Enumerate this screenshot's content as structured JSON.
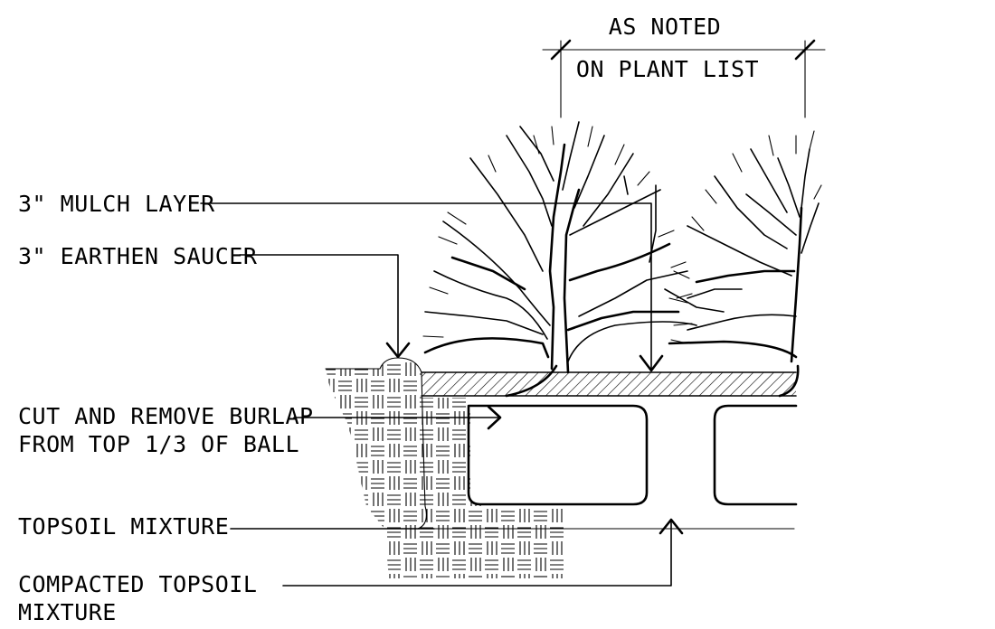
{
  "labels": {
    "dim_line1": "AS NOTED",
    "dim_line2": "ON PLANT LIST",
    "mulch": "3\" MULCH LAYER",
    "saucer": "3\" EARTHEN SAUCER",
    "burlap_line1": "CUT AND REMOVE BURLAP",
    "burlap_line2": "FROM TOP 1/3 OF BALL",
    "topsoil": "TOPSOIL MIXTURE",
    "compacted_line1": "COMPACTED TOPSOIL",
    "compacted_line2": "MIXTURE"
  }
}
